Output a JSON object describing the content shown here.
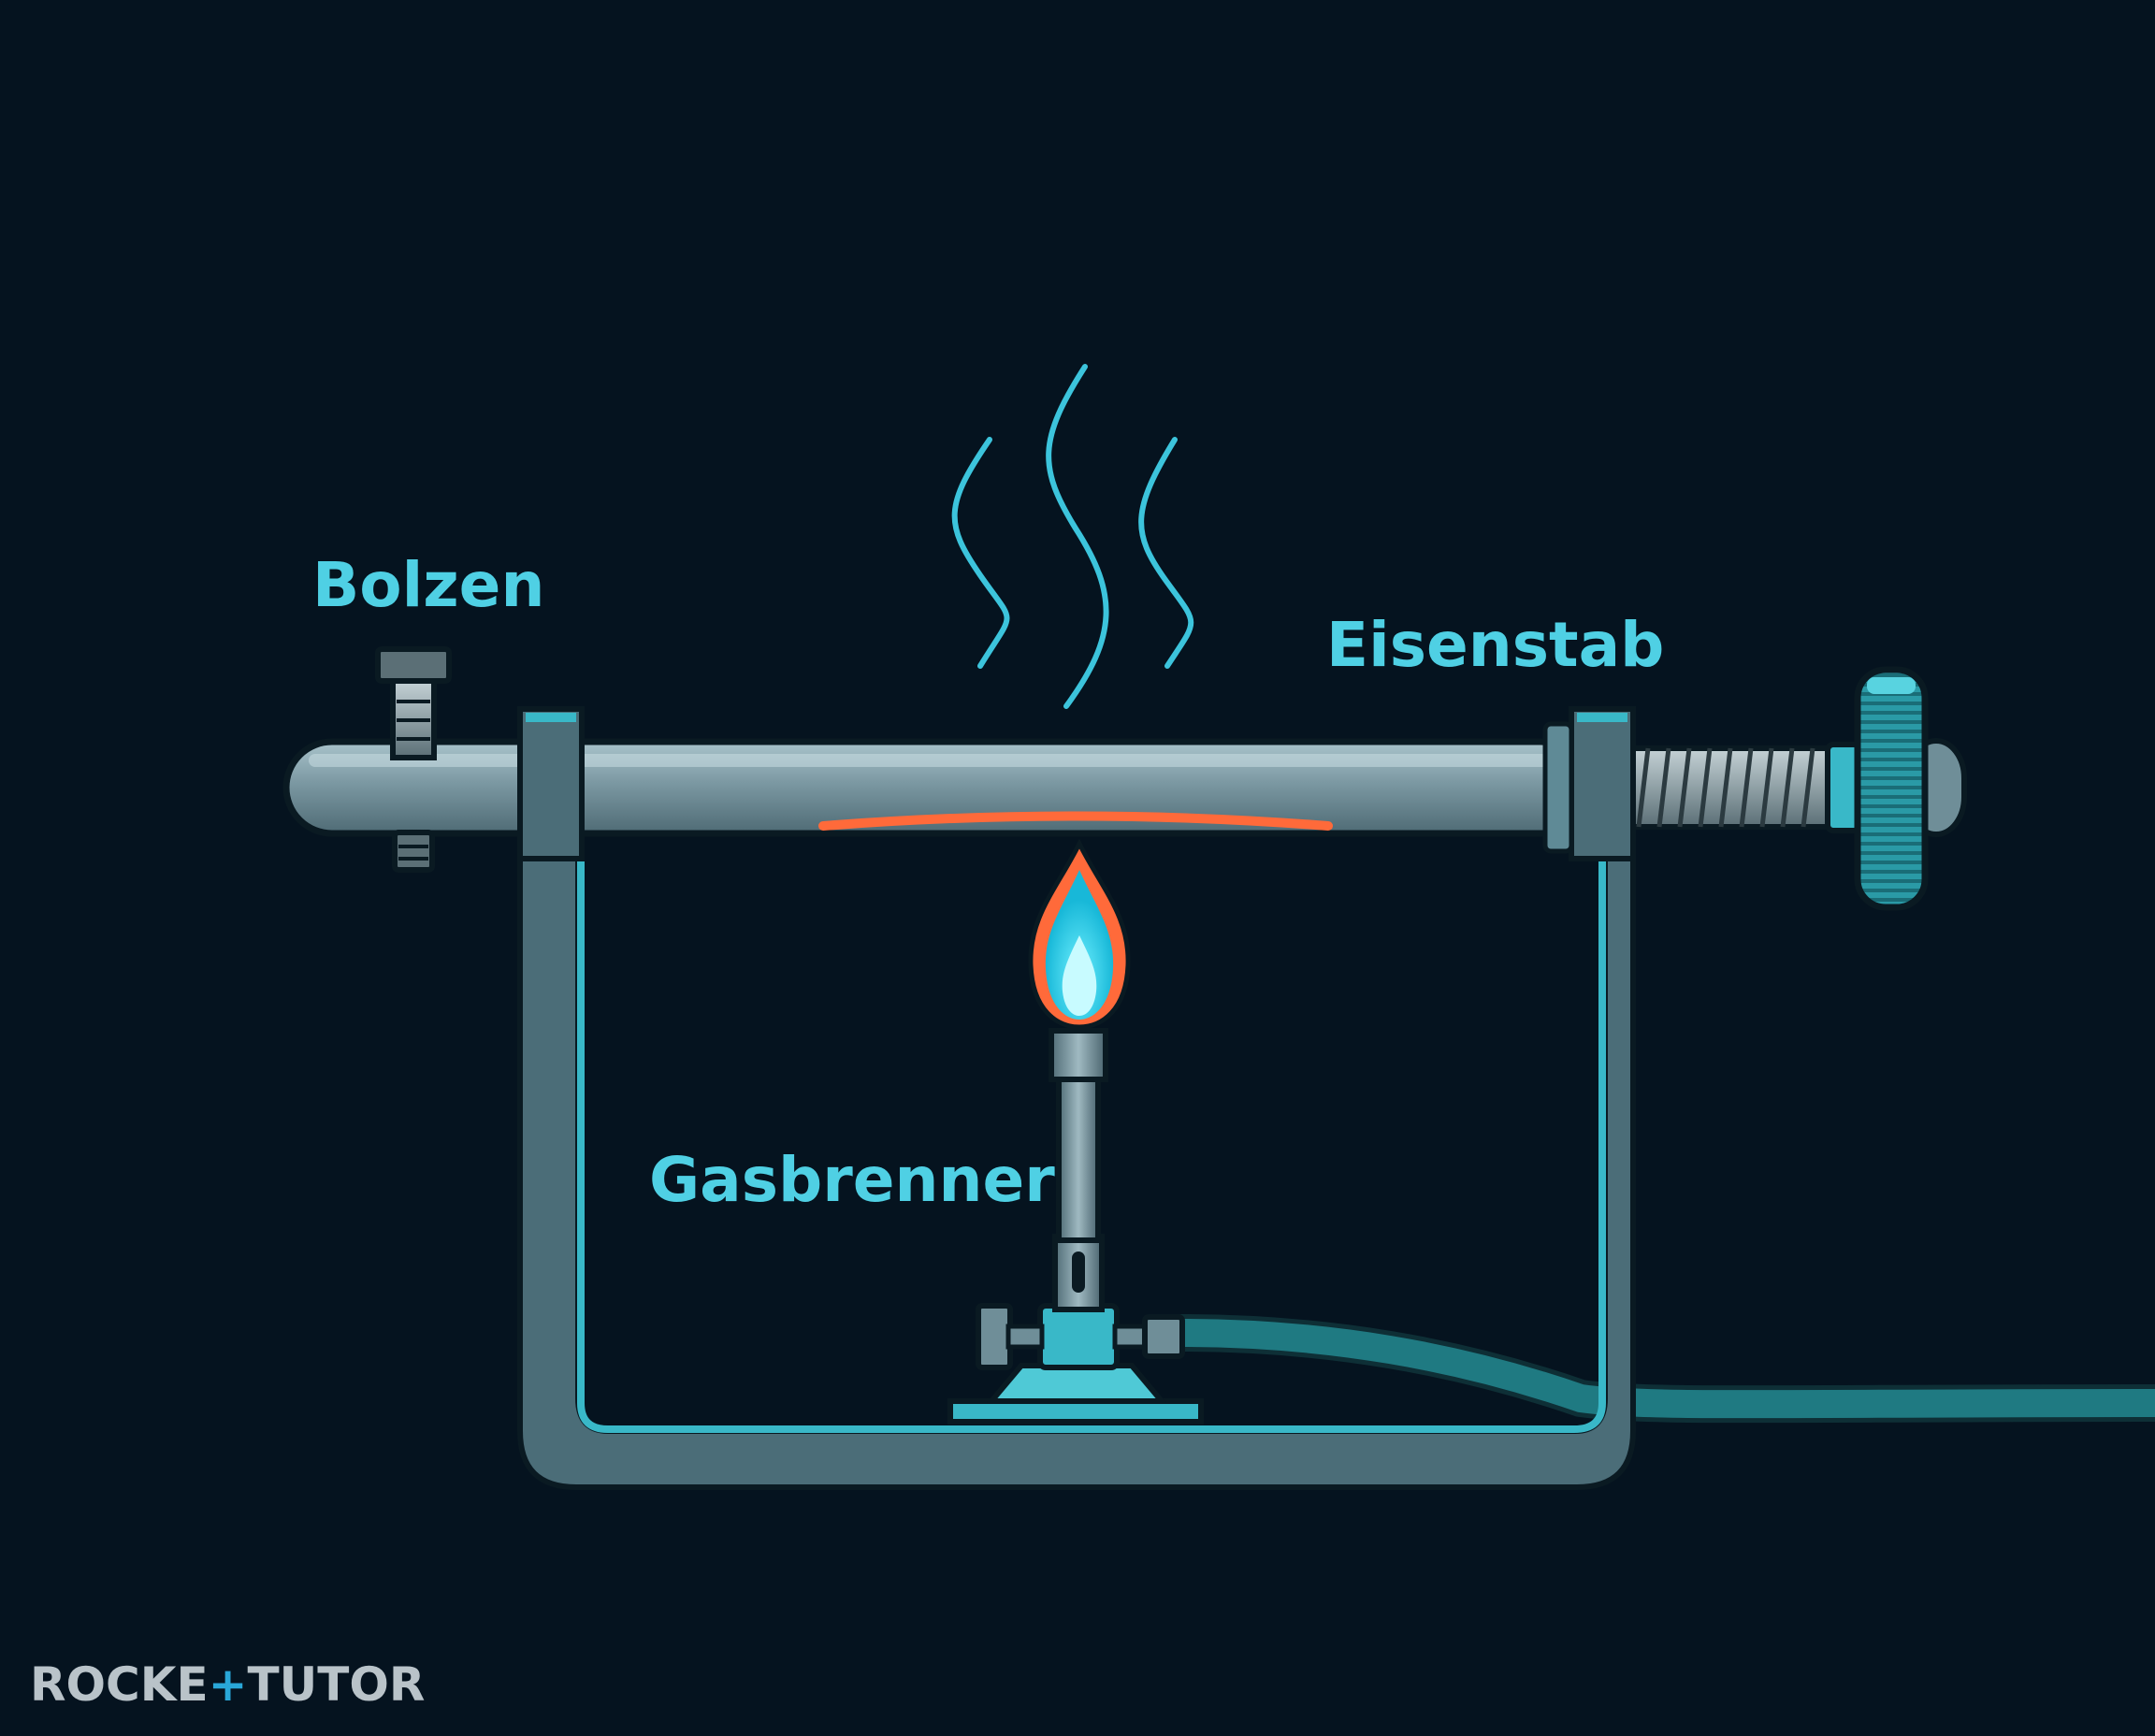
{
  "labels": {
    "bolt": "Bolzen",
    "rod": "Eisenstab",
    "burner": "Gasbrenner"
  },
  "logo": {
    "part1": "ROCKE",
    "part2": "TUTOR"
  },
  "colors": {
    "background": "#05131f",
    "label": "#4fd0e4",
    "frame": "#4b6d78",
    "frame_highlight": "#39b8c8",
    "rod": "#6f8e98",
    "heat": "#ff6a3a",
    "flame_outer": "#ff6a3a",
    "flame_inner": "#3ed8f0",
    "hose": "#1f7a82",
    "logo": "#b9c3c9",
    "logo_accent": "#29a7d8"
  },
  "icons": {
    "flame": "flame-icon",
    "heat_waves": "heat-wave-icon",
    "bolt": "bolt-icon",
    "screw": "screw-icon",
    "knob": "knob-icon"
  }
}
